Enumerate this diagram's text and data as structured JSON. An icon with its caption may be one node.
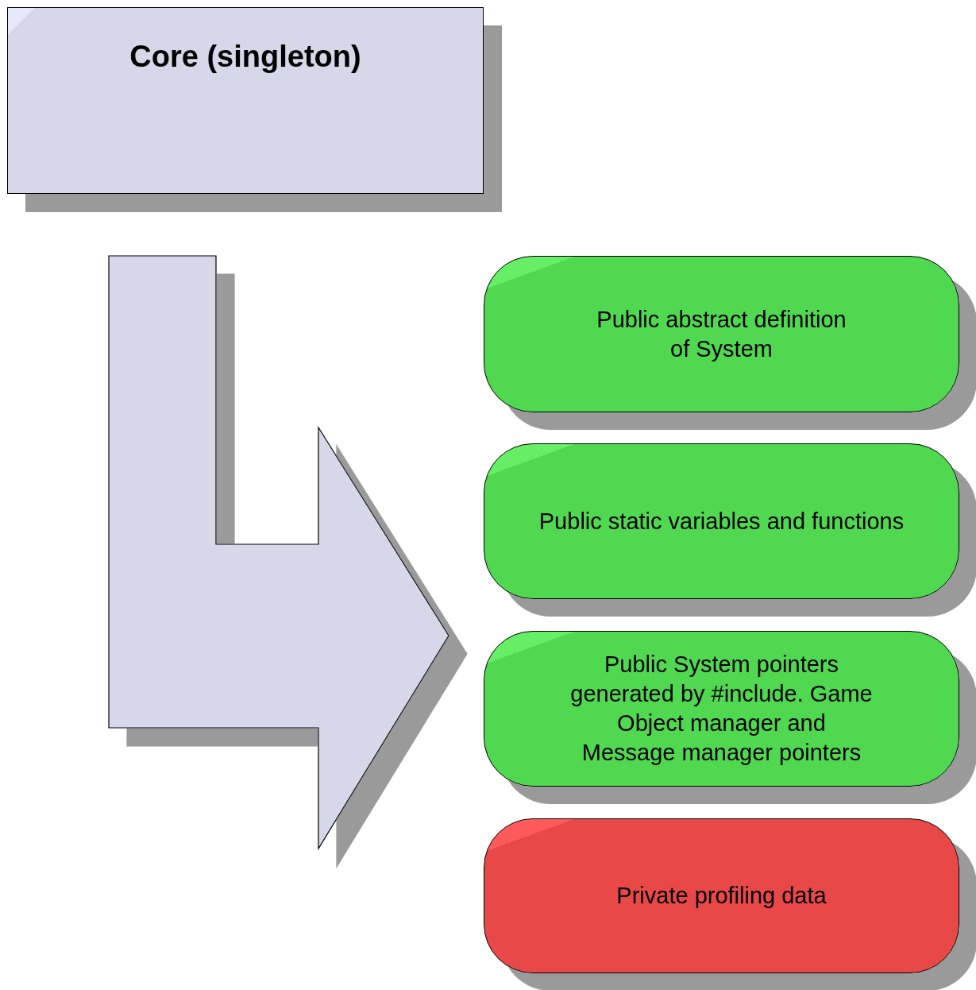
{
  "diagram": {
    "nodes": [
      {
        "text": [
          "Core (singleton)"
        ]
      },
      {
        "text": [
          "Public abstract definition of System"
        ]
      },
      {
        "text": [
          "Public static variables and functions"
        ]
      },
      {
        "text": [
          "Public System pointers generated by #include. Game Object manager and Message manager pointers"
        ]
      },
      {
        "text": [
          "Private profiling data"
        ]
      }
    ]
  }
}
